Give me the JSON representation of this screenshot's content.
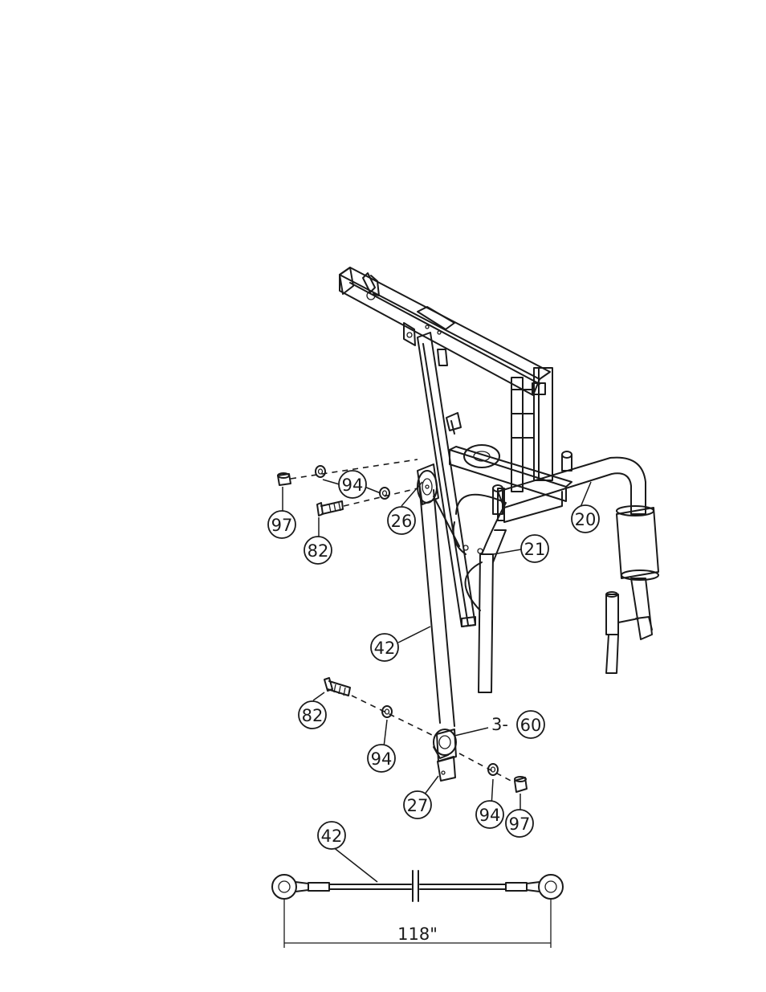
{
  "callouts": {
    "c97_top": "97",
    "c94_top": "94",
    "c82_top": "82",
    "c26": "26",
    "c20": "20",
    "c21": "21",
    "c42_mid": "42",
    "c82_bottom": "82",
    "c94_bottom_left": "94",
    "c3_60_prefix": "3-",
    "c3_60": "60",
    "c27": "27",
    "c94_bottom_right": "94",
    "c97_bottom": "97",
    "c42_cable": "42"
  },
  "dimension": {
    "cable_length": "118\""
  }
}
